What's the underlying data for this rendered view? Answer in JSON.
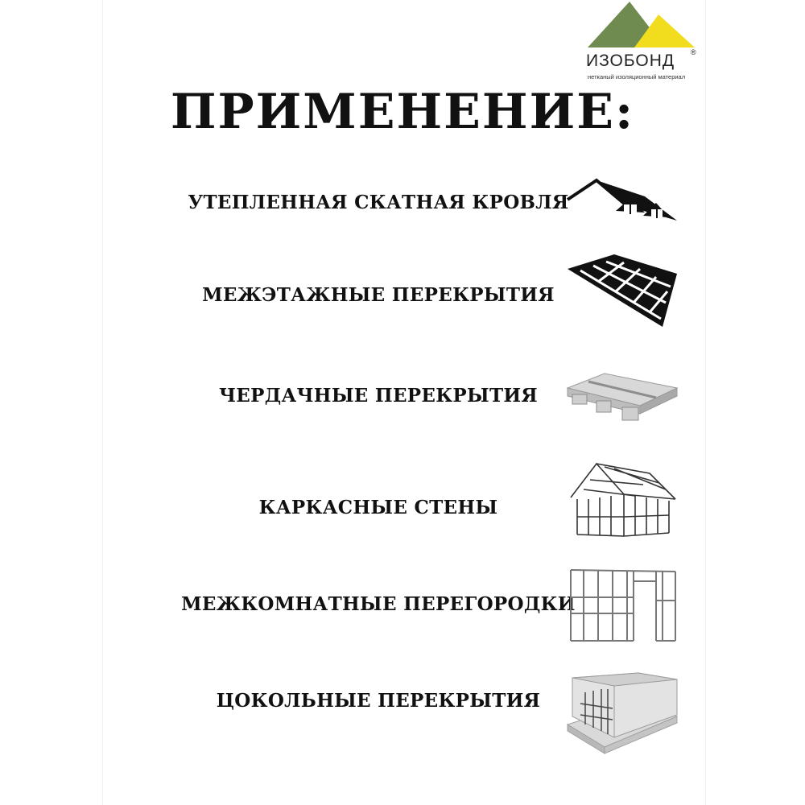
{
  "logo": {
    "name": "ИЗОБОНД",
    "registered_mark": "®",
    "tagline": "нетканый изоляционный материал",
    "colors": {
      "green": "#6f8b4f",
      "yellow": "#f2dc1e"
    }
  },
  "title": "ПРИМЕНЕНИЕ:",
  "applications": [
    {
      "label": "УТЕПЛЕННАЯ СКАТНАЯ КРОВЛЯ",
      "icon": "pitched-roof-icon"
    },
    {
      "label": "МЕЖЭТАЖНЫЕ ПЕРЕКРЫТИЯ",
      "icon": "floor-joists-icon"
    },
    {
      "label": "ЧЕРДАЧНЫЕ ПЕРЕКРЫТИЯ",
      "icon": "attic-floor-icon"
    },
    {
      "label": "КАРКАСНЫЕ СТЕНЫ",
      "icon": "frame-house-icon"
    },
    {
      "label": "МЕЖКОМНАТНЫЕ ПЕРЕГОРОДКИ",
      "icon": "partition-frame-icon"
    },
    {
      "label": "ЦОКОЛЬНЫЕ ПЕРЕКРЫТИЯ",
      "icon": "basement-floor-icon"
    }
  ]
}
